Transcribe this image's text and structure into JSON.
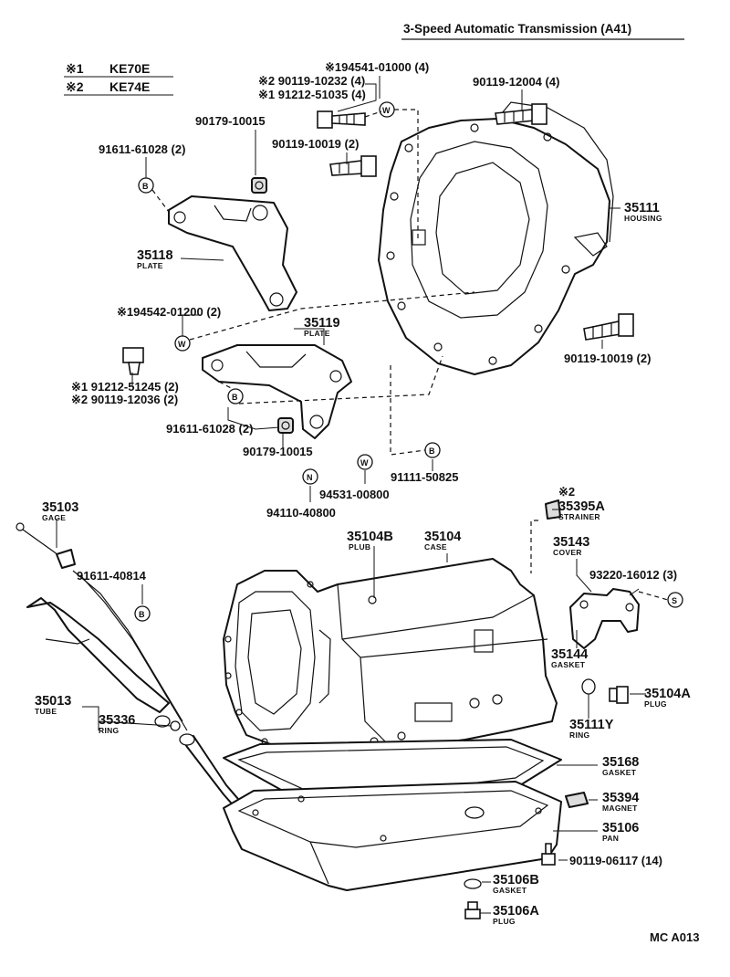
{
  "header": {
    "title": "3-Speed Automatic Transmission (A41)"
  },
  "key": [
    {
      "mark": "※1",
      "model": "KE70E"
    },
    {
      "mark": "※2",
      "model": "KE74E"
    }
  ],
  "labels": {
    "l194541": "※194541-01000 (4)",
    "l90119_10232": "※2 90119-10232 (4)",
    "l91212_51035": "※1 91212-51035 (4)",
    "l90119_12004": "90119-12004 (4)",
    "l90179_a": "90179-10015",
    "l90119_10019a": "90119-10019 (2)",
    "l91611_a": "91611-61028 (2)",
    "l35111": "35111",
    "l35111s": "HOUSING",
    "l35118": "35118",
    "l35118s": "PLATE",
    "l194542": "※194542-01200 (2)",
    "l35119": "35119",
    "l35119s": "PLATE",
    "l90119_10019b": "90119-10019 (2)",
    "l91212_51245": "※1 91212-51245 (2)",
    "l90119_12036": "※2 90119-12036 (2)",
    "l91611_b": "91611-61028 (2)",
    "l90179_b": "90179-10015",
    "l91111": "91111-50825",
    "l94531": "94531-00800",
    "l94110": "94110-40800",
    "l35103": "35103",
    "l35103s": "GAGE",
    "l35104B": "35104B",
    "l35104Bs": "PLUB",
    "l35104": "35104",
    "l35104s": "CASE",
    "l35395m": "※2",
    "l35395": "35395A",
    "l35395s": "STRAINER",
    "l35143": "35143",
    "l35143s": "COVER",
    "l93220": "93220-16012 (3)",
    "l91611_40814": "91611-40814",
    "l35144": "35144",
    "l35144s": "GASKET",
    "l35104A": "35104A",
    "l35104As": "PLUG",
    "l35013": "35013",
    "l35013s": "TUBE",
    "l35336": "35336",
    "l35336s": "RING",
    "l35111Y": "35111Y",
    "l35111Ys": "RING",
    "l35168": "35168",
    "l35168s": "GASKET",
    "l35394": "35394",
    "l35394s": "MAGNET",
    "l35106": "35106",
    "l35106s": "PAN",
    "l90119_06117": "90119-06117 (14)",
    "l35106B": "35106B",
    "l35106Bs": "GASKET",
    "l35106A": "35106A",
    "l35106As": "PLUG"
  },
  "symbols": {
    "bolt_mark": "B",
    "washer_mark": "W",
    "nut_mark": "N",
    "screw_mark": "S"
  },
  "footer": {
    "code": "MC A013"
  }
}
